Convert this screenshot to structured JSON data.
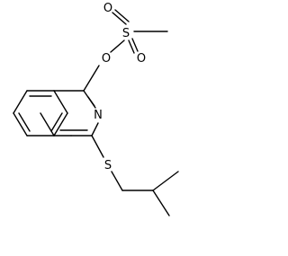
{
  "molecule": {
    "atoms": {
      "S_sulfonyl": "S",
      "O_top": "O",
      "O_right": "O",
      "O_ester": "O",
      "N_ring": "N",
      "S_thio": "S"
    }
  }
}
